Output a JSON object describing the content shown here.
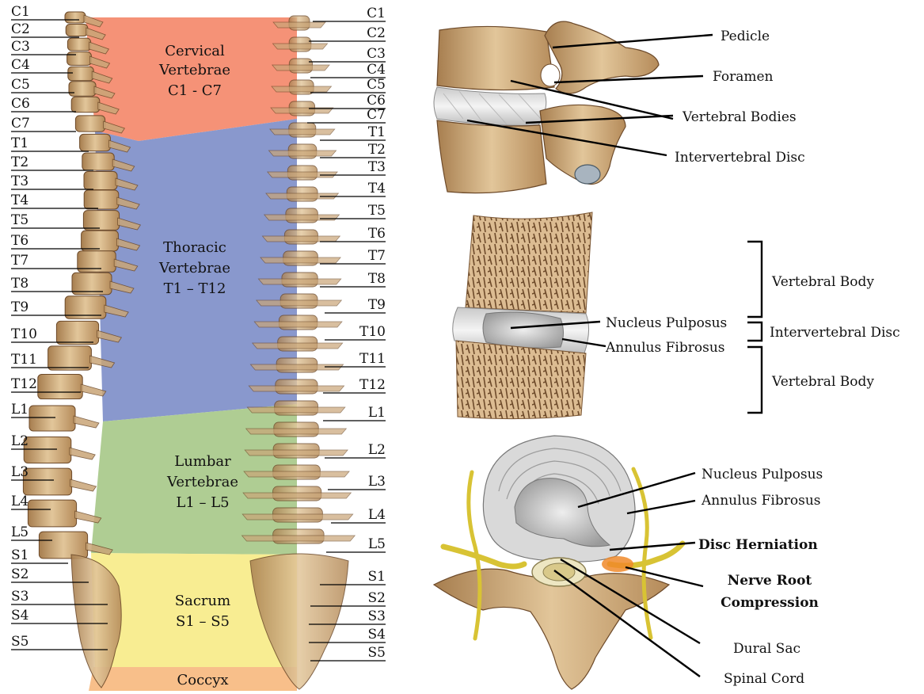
{
  "spine": {
    "levels_left": [
      "C1",
      "C2",
      "C3",
      "C4",
      "C5",
      "C6",
      "C7",
      "T1",
      "T2",
      "T3",
      "T4",
      "T5",
      "T6",
      "T7",
      "T8",
      "T9",
      "T10",
      "T11",
      "T12",
      "L1",
      "L2",
      "L3",
      "L4",
      "L5",
      "S1",
      "S2",
      "S3",
      "S4",
      "S5"
    ],
    "levels_right": [
      "C1",
      "C2",
      "C3",
      "C4",
      "C5",
      "C6",
      "C7",
      "T1",
      "T2",
      "T3",
      "T4",
      "T5",
      "T6",
      "T7",
      "T8",
      "T9",
      "T10",
      "T11",
      "T12",
      "L1",
      "L2",
      "L3",
      "L4",
      "L5",
      "S1",
      "S2",
      "S3",
      "S4",
      "S5"
    ],
    "regions": {
      "cervical": {
        "line1": "Cervical",
        "line2": "Vertebrae",
        "line3": "C1 - C7",
        "color": "#f4896b"
      },
      "thoracic": {
        "line1": "Thoracic",
        "line2": "Vertebrae",
        "line3": "T1 – T12",
        "color": "#7f8fc9"
      },
      "lumbar": {
        "line1": "Lumbar",
        "line2": "Vertebrae",
        "line3": "L1 – L5",
        "color": "#a8c98a"
      },
      "sacrum": {
        "line1": "Sacrum",
        "line2": "S1 – S5",
        "color": "#f8ec8c"
      },
      "coccyx": {
        "line1": "Coccyx",
        "color": "#f8bc84"
      }
    }
  },
  "vertebra_detail": {
    "pedicle": "Pedicle",
    "foramen": "Foramen",
    "vertebral_bodies": "Vertebral Bodies",
    "intervertebral_disc": "Intervertebral Disc"
  },
  "disc_section": {
    "nucleus_pulposus": "Nucleus Pulposus",
    "annulus_fibrosus": "Annulus Fibrosus",
    "vertebral_body_top": "Vertebral Body",
    "intervertebral_disc": "Intervertebral Disc",
    "vertebral_body_bottom": "Vertebral Body"
  },
  "herniation": {
    "nucleus_pulposus": "Nucleus Pulposus",
    "annulus_fibrosus": "Annulus Fibrosus",
    "disc_herniation": "Disc Herniation",
    "nerve_root_line1": "Nerve Root",
    "nerve_root_line2": "Compression",
    "dural_sac": "Dural Sac",
    "spinal_cord": "Spinal Cord"
  }
}
